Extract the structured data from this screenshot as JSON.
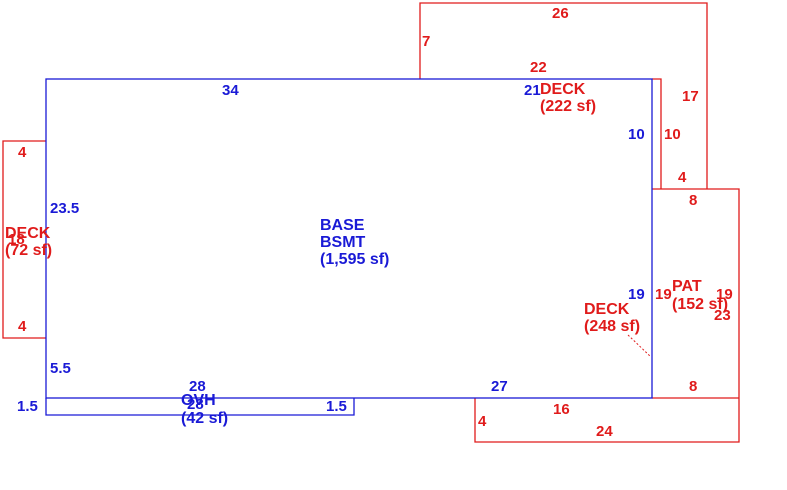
{
  "colors": {
    "blue": "#1a1ad6",
    "red": "#e01b1b",
    "background": "#ffffff"
  },
  "areas": {
    "base": {
      "name_line1": "BASE",
      "name_line2": "BSMT",
      "area": "(1,595 sf)"
    },
    "deck_top": {
      "name": "DECK",
      "area": "(222 sf)"
    },
    "deck_left": {
      "name": "DECK",
      "area": "(72 sf)",
      "overlap_text": "18"
    },
    "deck_right": {
      "name": "DECK",
      "area": "(248 sf)"
    },
    "patio": {
      "name": "PAT",
      "area": "(152 sf)"
    },
    "ovh": {
      "name": "OVH",
      "overlap_text": "28",
      "area": "(42 sf)"
    }
  },
  "dimensions": {
    "base": {
      "top": "34",
      "left": "23.5",
      "bottom_left_side": "5.5",
      "bottom_middle": "28",
      "bottom_right": "27",
      "right_lower": "19",
      "right_upper": "10",
      "top_right": "21"
    },
    "deck_top": {
      "top": "26",
      "left": "7",
      "inner_top": "22",
      "right_outer": "17",
      "right_inner": "10",
      "step": "4",
      "patio_top": "8"
    },
    "deck_left": {
      "top": "4",
      "bottom": "4"
    },
    "ovh": {
      "left": "1.5",
      "right": "1.5"
    },
    "deck_right": {
      "right": "19",
      "bottom_right": "8",
      "bottom_left": "16",
      "left_small": "4",
      "bottom": "24",
      "far_right": "23"
    }
  }
}
